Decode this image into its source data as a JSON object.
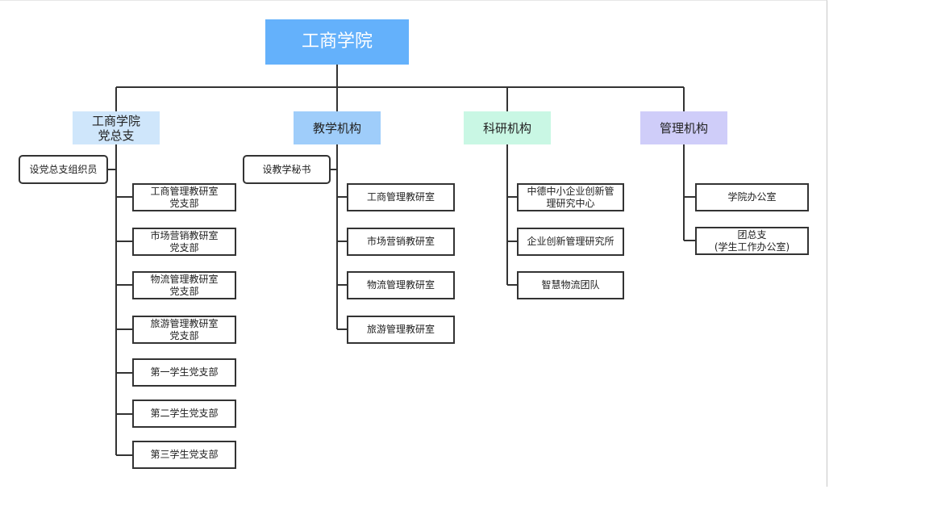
{
  "colors": {
    "root": "#64b1fb",
    "party": "#cfe6fb",
    "teaching": "#9fcdfa",
    "research": "#c9f7e4",
    "management": "#cfcdf9",
    "line": "#333333"
  },
  "root": {
    "label": "工商学院"
  },
  "party": {
    "label": "工商学院\n党总支",
    "side_note": "设党总支组织员",
    "items": [
      "工商管理教研室\n党支部",
      "市场营销教研室\n党支部",
      "物流管理教研室\n党支部",
      "旅游管理教研室\n党支部",
      "第一学生党支部",
      "第二学生党支部",
      "第三学生党支部"
    ]
  },
  "teaching": {
    "label": "教学机构",
    "side_note": "设教学秘书",
    "items": [
      "工商管理教研室",
      "市场营销教研室",
      "物流管理教研室",
      "旅游管理教研室"
    ]
  },
  "research": {
    "label": "科研机构",
    "items": [
      "中德中小企业创新管\n理研究中心",
      "企业创新管理研究所",
      "智慧物流团队"
    ]
  },
  "management": {
    "label": "管理机构",
    "items": [
      "学院办公室",
      "团总支\n(学生工作办公室)"
    ]
  }
}
